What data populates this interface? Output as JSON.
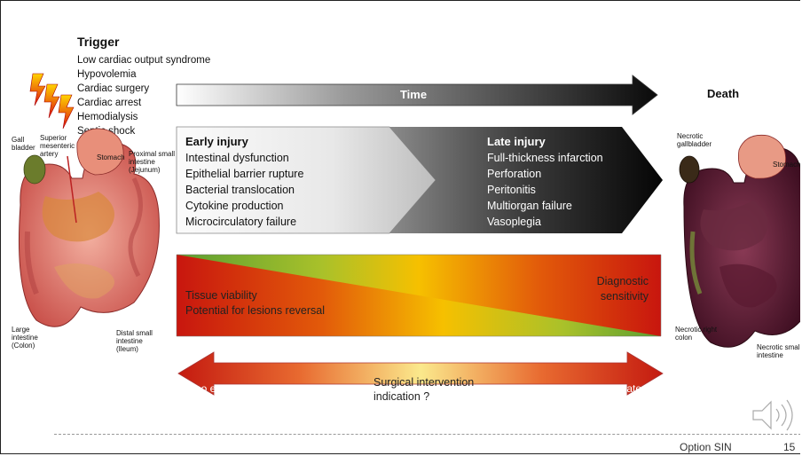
{
  "trigger": {
    "title": "Trigger",
    "items": [
      "Low cardiac output syndrome",
      "Hypovolemia",
      "Cardiac surgery",
      "Cardiac arrest",
      "Hemodialysis",
      "Septic shock"
    ]
  },
  "timeline": {
    "time_label": "Time",
    "death_label": "Death"
  },
  "early_injury": {
    "title": "Early injury",
    "items": [
      "Intestinal dysfunction",
      "Epithelial barrier rupture",
      "Bacterial translocation",
      "Cytokine production",
      "Microcirculatory failure"
    ]
  },
  "late_injury": {
    "title": "Late injury",
    "items": [
      "Full-thickness infarction",
      "Perforation",
      "Peritonitis",
      "Multiorgan failure",
      "Vasoplegia"
    ]
  },
  "gradient_bar": {
    "left_lines": [
      "Tissue viability",
      "Potential for lesions reversal"
    ],
    "right_lines": [
      "Diagnostic",
      "sensitivity"
    ]
  },
  "intervention_arrow": {
    "left_label": "Too early",
    "right_label": "Too late",
    "center_lines": [
      "Surgical intervention",
      "indication ?"
    ]
  },
  "left_anatomy": {
    "labels": {
      "gallbladder": [
        "Gall",
        "bladder"
      ],
      "sma": [
        "Superior",
        "mesenteric",
        "artery"
      ],
      "stomach": [
        "Stomach"
      ],
      "proximal": [
        "Proximal small",
        "intestine",
        "(Jejunum)"
      ],
      "large": [
        "Large",
        "intestine",
        "(Colon)"
      ],
      "distal": [
        "Distal small",
        "intestine",
        "(Ileum)"
      ]
    }
  },
  "right_anatomy": {
    "labels": {
      "gallbladder": [
        "Necrotic",
        "gallbladder"
      ],
      "stomach": [
        "Stomach"
      ],
      "colon": [
        "Necrotic right",
        "colon"
      ],
      "intestine": [
        "Necrotic small",
        "intestine"
      ]
    }
  },
  "footer": {
    "text": "Option SIN",
    "page": "15"
  },
  "colors": {
    "gray_light": "#f4f4f4",
    "gray_dark": "#111111",
    "red": "#c0100f",
    "green": "#5a9e32",
    "yellow": "#f5c400"
  },
  "icons": {
    "lightning": "lightning-bolt-icon",
    "speaker": "speaker-icon"
  }
}
